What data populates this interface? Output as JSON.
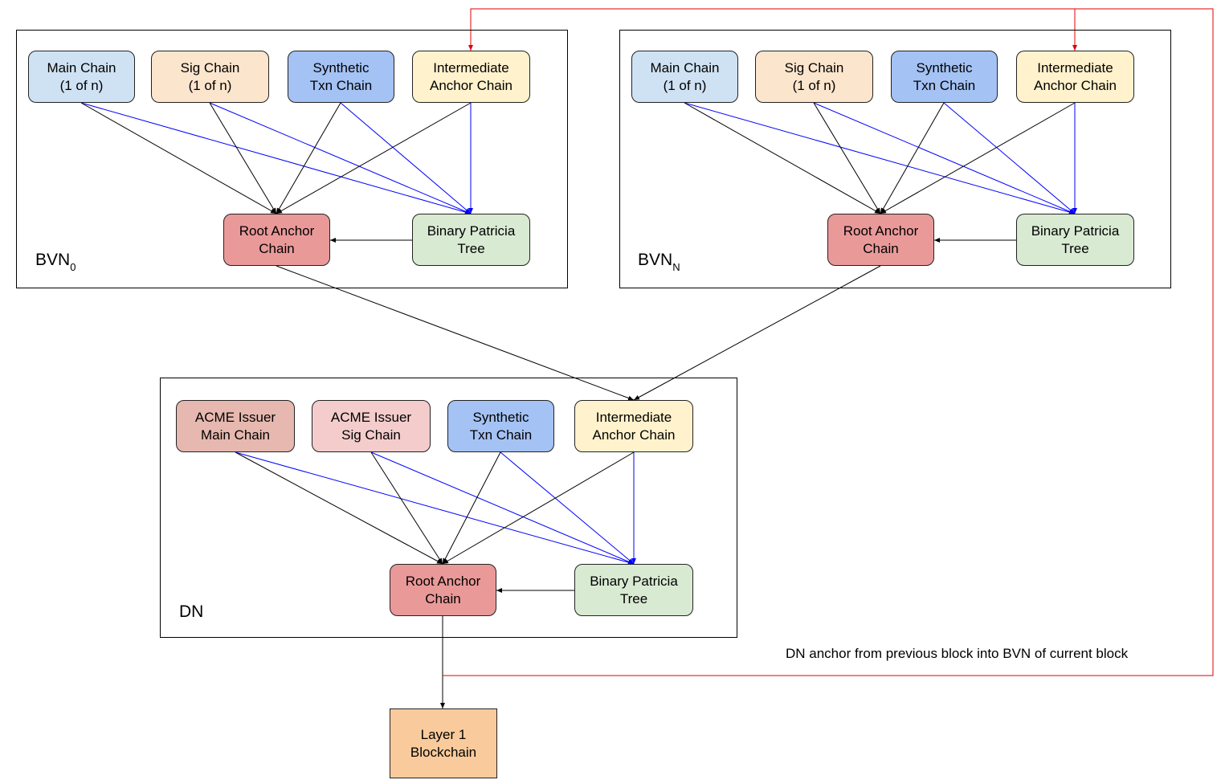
{
  "colors": {
    "main": "#cfe2f3",
    "sig": "#fce5cd",
    "synthetic": "#a4c2f4",
    "intermediate": "#fff2cc",
    "root": "#ea9999",
    "bpt": "#d9ead3",
    "acme_main": "#e6b8af",
    "acme_sig": "#f4cccc",
    "layer1": "#f9cb9c",
    "edge_black": "#000000",
    "edge_blue": "#0000ff",
    "edge_red": "#e00000"
  },
  "bvn0": {
    "label": "BVN",
    "sub": "0",
    "main_chain": "Main Chain\n(1 of n)",
    "sig_chain": "Sig Chain\n(1 of n)",
    "synthetic": "Synthetic\nTxn Chain",
    "intermediate": "Intermediate\nAnchor Chain",
    "root_anchor": "Root Anchor\nChain",
    "bpt": "Binary Patricia\nTree"
  },
  "bvnN": {
    "label": "BVN",
    "sub": "N",
    "main_chain": "Main Chain\n(1 of n)",
    "sig_chain": "Sig Chain\n(1 of n)",
    "synthetic": "Synthetic\nTxn Chain",
    "intermediate": "Intermediate\nAnchor Chain",
    "root_anchor": "Root Anchor\nChain",
    "bpt": "Binary Patricia\nTree"
  },
  "dn": {
    "label": "DN",
    "acme_main": "ACME Issuer\nMain Chain",
    "acme_sig": "ACME Issuer\nSig Chain",
    "synthetic": "Synthetic\nTxn Chain",
    "intermediate": "Intermediate\nAnchor Chain",
    "root_anchor": "Root Anchor\nChain",
    "bpt": "Binary Patricia\nTree"
  },
  "layer1": "Layer 1\nBlockchain",
  "feedback_note": "DN anchor from previous block into BVN of current block"
}
